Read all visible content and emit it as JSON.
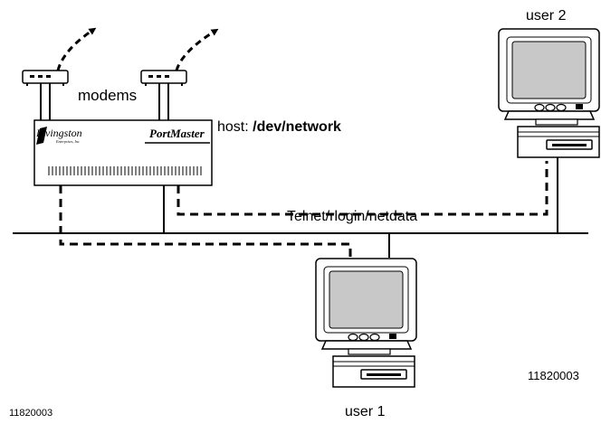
{
  "labels": {
    "modems": "modems",
    "host_prefix": "host: ",
    "host_device": "/dev/network",
    "user2": "user 2",
    "connection": "Telnet/rlogin/netdata",
    "user1": "user 1",
    "figure_id_right": "11820003",
    "figure_id_left": "11820003"
  },
  "device": {
    "brand_logo": "Livingston",
    "brand_subtitle": "Enterprises, Inc.",
    "product_logo": "PortMaster"
  },
  "colors": {
    "line": "#000000",
    "screen": "#c8c8c8",
    "background": "#ffffff"
  }
}
